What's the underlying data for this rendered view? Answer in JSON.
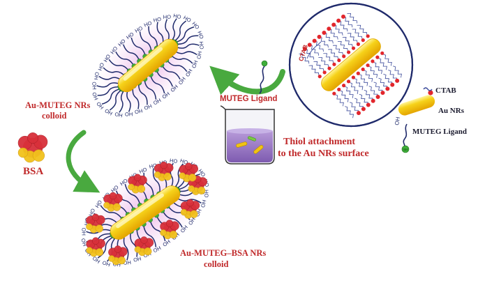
{
  "labels": {
    "au_muteg_title": "Au-MUTEG NRs",
    "au_muteg_sub": "colloid",
    "bsa": "BSA",
    "muteg_ligand_center": "MUTEG Ligand",
    "thiol_line1": "Thiol attachment",
    "thiol_line2": "to the Au NRs surface",
    "ctab_inset": "CTAB",
    "legend_ctab": "CTAB",
    "legend_au": "Au NRs",
    "legend_muteg": "MUTEG Ligand",
    "final_title": "Au-MUTEG–BSA NRs",
    "final_sub": "colloid",
    "oh": "OH",
    "sh": "SH"
  },
  "colors": {
    "gold": "#f3c613",
    "gold_dark": "#e0a800",
    "gold_light": "#fff27a",
    "ligand": "#1f2a6b",
    "thiol": "#3fae3a",
    "ctab_head": "#e2262c",
    "ctab_tail": "#3b4a9a",
    "halo": "#d98ad6",
    "arrow": "#49a93f",
    "beaker_liquid": "#9a77c6",
    "bsa_red": "#d8303a",
    "bsa_yellow": "#f2c21c",
    "label_red": "#c0292a"
  }
}
